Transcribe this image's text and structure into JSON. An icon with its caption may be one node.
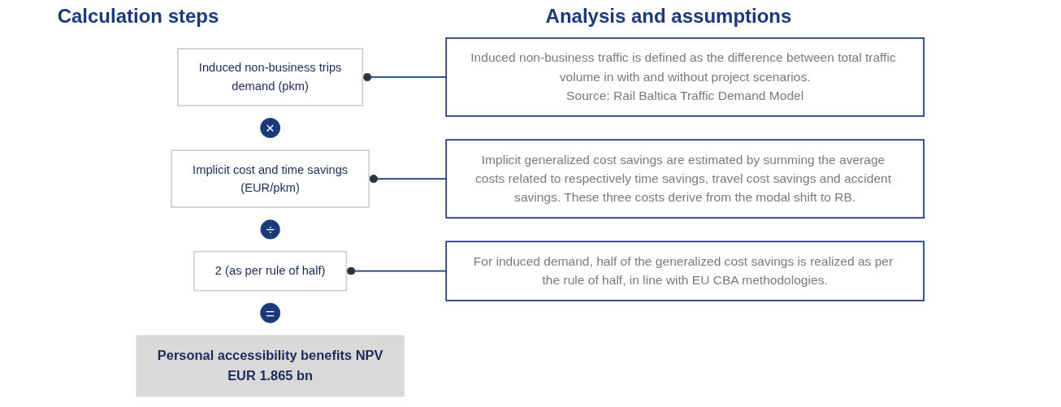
{
  "diagram": {
    "nodes": [
      {
        "text": [
          "Induced non-business trips",
          "demand (pkm)"
        ]
      },
      {
        "text": [
          "×"
        ]
      },
      {
        "text": [
          "Implicit cost and time savings",
          "(EUR/pkm)"
        ]
      },
      {
        "text": [
          "÷"
        ]
      },
      {
        "text": [
          "2 (as per rule of half)"
        ]
      },
      {
        "text": [
          "="
        ]
      },
      {
        "text": [
          "Personal accessibility benefits NPV",
          "EUR 1.865 bn"
        ]
      },
      {
        "text": [
          "Induced non-business traffic is defined as the difference between total traffic volume in with and without project scenarios.",
          "Source: Rail Baltica Traffic Demand Model"
        ]
      },
      {
        "text": [
          "Implicit generalized cost savings are estimated by summing the average costs related to respectively time savings, travel cost savings and accident savings. These three costs derive from the modal shift to RB."
        ]
      },
      {
        "text": [
          "For induced demand, half of the generalized cost savings is realized as per the rule of half, in line with EU CBA methodologies."
        ]
      }
    ],
    "edges": [
      {
        "from": 0,
        "to": 7,
        "arrow": "other"
      },
      {
        "from": 2,
        "to": 8,
        "arrow": "other"
      },
      {
        "from": 4,
        "to": 9,
        "arrow": "other"
      }
    ],
    "labels": [
      "Calculation steps",
      "Analysis and assumptions"
    ]
  }
}
